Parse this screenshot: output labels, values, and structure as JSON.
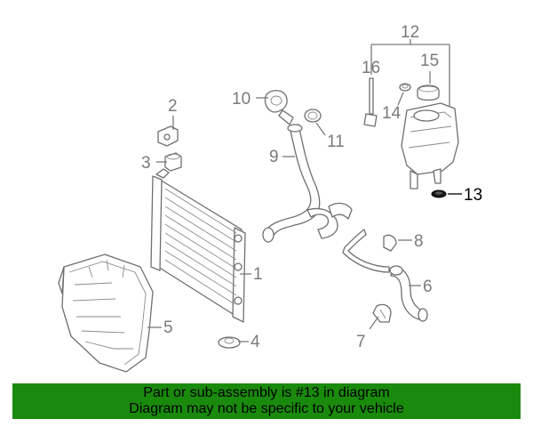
{
  "callouts": [
    {
      "id": "callout-1",
      "label": "1"
    },
    {
      "id": "callout-2",
      "label": "2"
    },
    {
      "id": "callout-3",
      "label": "3"
    },
    {
      "id": "callout-4",
      "label": "4"
    },
    {
      "id": "callout-5",
      "label": "5"
    },
    {
      "id": "callout-6",
      "label": "6"
    },
    {
      "id": "callout-7",
      "label": "7"
    },
    {
      "id": "callout-8",
      "label": "8"
    },
    {
      "id": "callout-9",
      "label": "9"
    },
    {
      "id": "callout-10",
      "label": "10"
    },
    {
      "id": "callout-11",
      "label": "11"
    },
    {
      "id": "callout-12",
      "label": "12"
    },
    {
      "id": "callout-13",
      "label": "13",
      "highlighted": true
    },
    {
      "id": "callout-14",
      "label": "14"
    },
    {
      "id": "callout-15",
      "label": "15"
    },
    {
      "id": "callout-16",
      "label": "16"
    }
  ],
  "banner": {
    "line1": "Part or sub-assembly is #13 in diagram",
    "line2": "Diagram may not be specific to your vehicle"
  },
  "colors": {
    "banner_background": "#1a8a0c",
    "banner_text": "#000000",
    "highlight": "#000000",
    "callout_text": "#7a7a7a"
  }
}
